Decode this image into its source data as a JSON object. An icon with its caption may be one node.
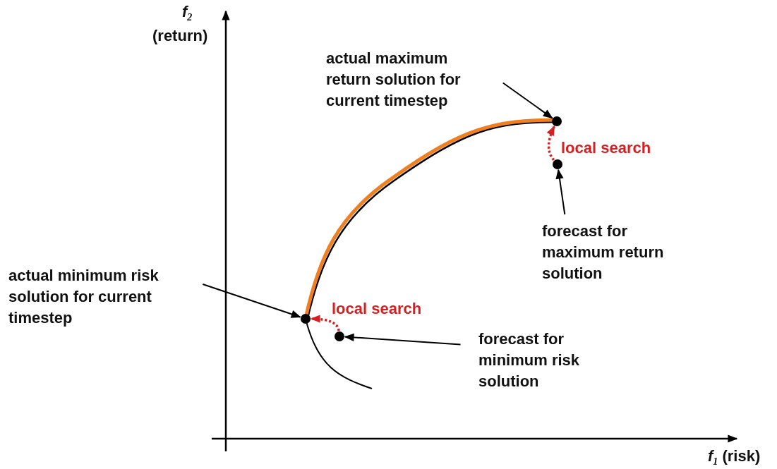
{
  "diagram": {
    "nodes": [
      {
        "text": [
          "actual maximum return solution for current timestep"
        ]
      },
      {
        "text": [],
        "shape": "circle"
      },
      {
        "text": [],
        "shape": "circle"
      },
      {
        "text": [
          "forecast for maximum return solution"
        ]
      },
      {
        "text": [
          "actual minimum risk solution for current timestep"
        ]
      },
      {
        "text": [],
        "shape": "circle"
      },
      {
        "text": [],
        "shape": "circle"
      },
      {
        "text": [
          "forecast for minimum risk solution"
        ]
      }
    ],
    "edges": [
      {
        "from": 0,
        "to": 1,
        "arrow": "to"
      },
      {
        "from": 2,
        "to": 1,
        "arrow": "to",
        "label": "local search",
        "style": "dashed",
        "color": "#d42020"
      },
      {
        "from": 3,
        "to": 2,
        "arrow": "to"
      },
      {
        "from": 4,
        "to": 5,
        "arrow": "to"
      },
      {
        "from": 6,
        "to": 5,
        "arrow": "to",
        "label": "local search",
        "style": "dashed",
        "color": "#d42020"
      },
      {
        "from": 7,
        "to": 6,
        "arrow": "to"
      }
    ],
    "labels": [
      "*f*$_{2}$",
      "(return)",
      "*f*$_{1}$ (risk)"
    ]
  }
}
